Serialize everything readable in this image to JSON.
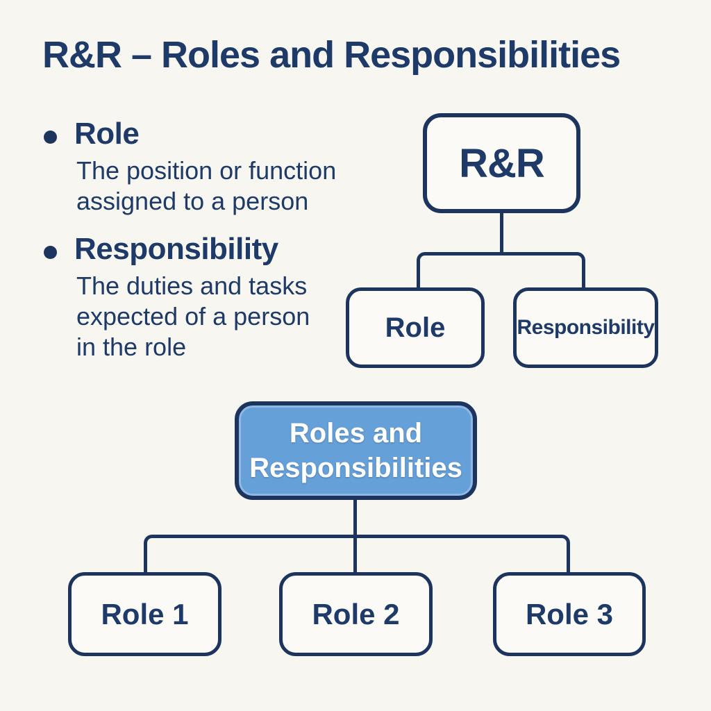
{
  "title": "R&R – Roles and Responsibilities",
  "colors": {
    "background": "#f8f6f0",
    "navy_lines": "#1d355e",
    "text_navy": "#1e3a68",
    "blue_box_fill": "#66a0d8",
    "blue_box_highlight": "#8db9e4",
    "blue_box_text": "#ffffff",
    "node_fill": "#fcfaf6"
  },
  "definitions": [
    {
      "term": "Role",
      "lines": [
        "The position or function",
        "assigned to a person"
      ]
    },
    {
      "term": "Responsibility",
      "lines": [
        "The duties and tasks",
        "expected of a person",
        "in the role"
      ]
    }
  ],
  "top_tree": {
    "root": "R&R",
    "children": [
      {
        "label": "Role"
      },
      {
        "label": "Responsibility"
      }
    ]
  },
  "bottom_tree": {
    "root_lines": [
      "Roles and",
      "Responsibilities"
    ],
    "children": [
      {
        "label": "Role 1"
      },
      {
        "label": "Role 2"
      },
      {
        "label": "Role 3"
      }
    ]
  }
}
